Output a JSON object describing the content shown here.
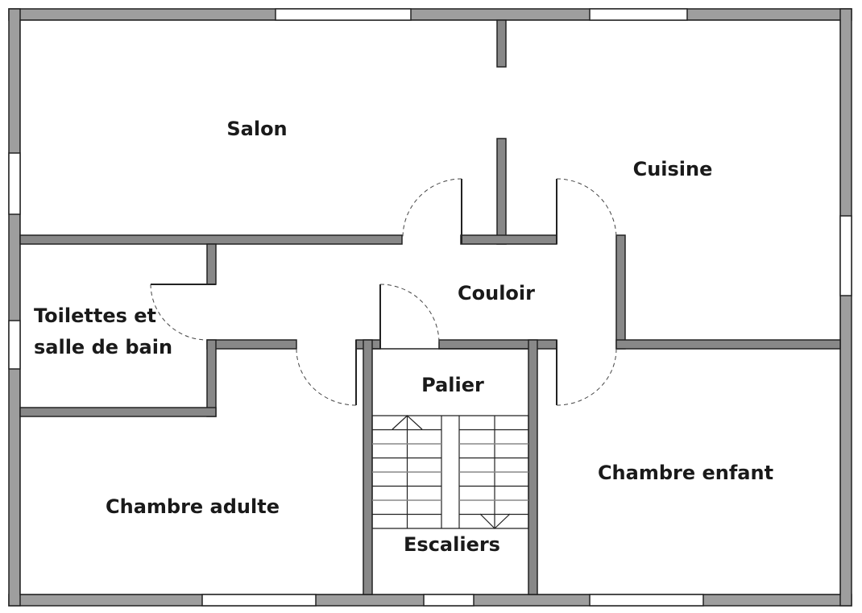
{
  "plan": {
    "title": "Plan d'étage",
    "colors": {
      "outer_wall": "#9e9e9e",
      "inner_wall": "#888888",
      "outline": "#222222",
      "window": "#ffffff",
      "background": "#ffffff"
    },
    "rooms": {
      "salon": "Salon",
      "cuisine": "Cuisine",
      "couloir": "Couloir",
      "toilettes_line1": "Toilettes et",
      "toilettes_line2": "salle de bain",
      "palier": "Palier",
      "escaliers": "Escaliers",
      "chambre_adulte": "Chambre adulte",
      "chambre_enfant": "Chambre enfant"
    },
    "stairs": {
      "flights": 2,
      "steps_per_flight": 8,
      "direction_up_flight": "up-arrow",
      "direction_down_flight": "down-arrow"
    }
  }
}
